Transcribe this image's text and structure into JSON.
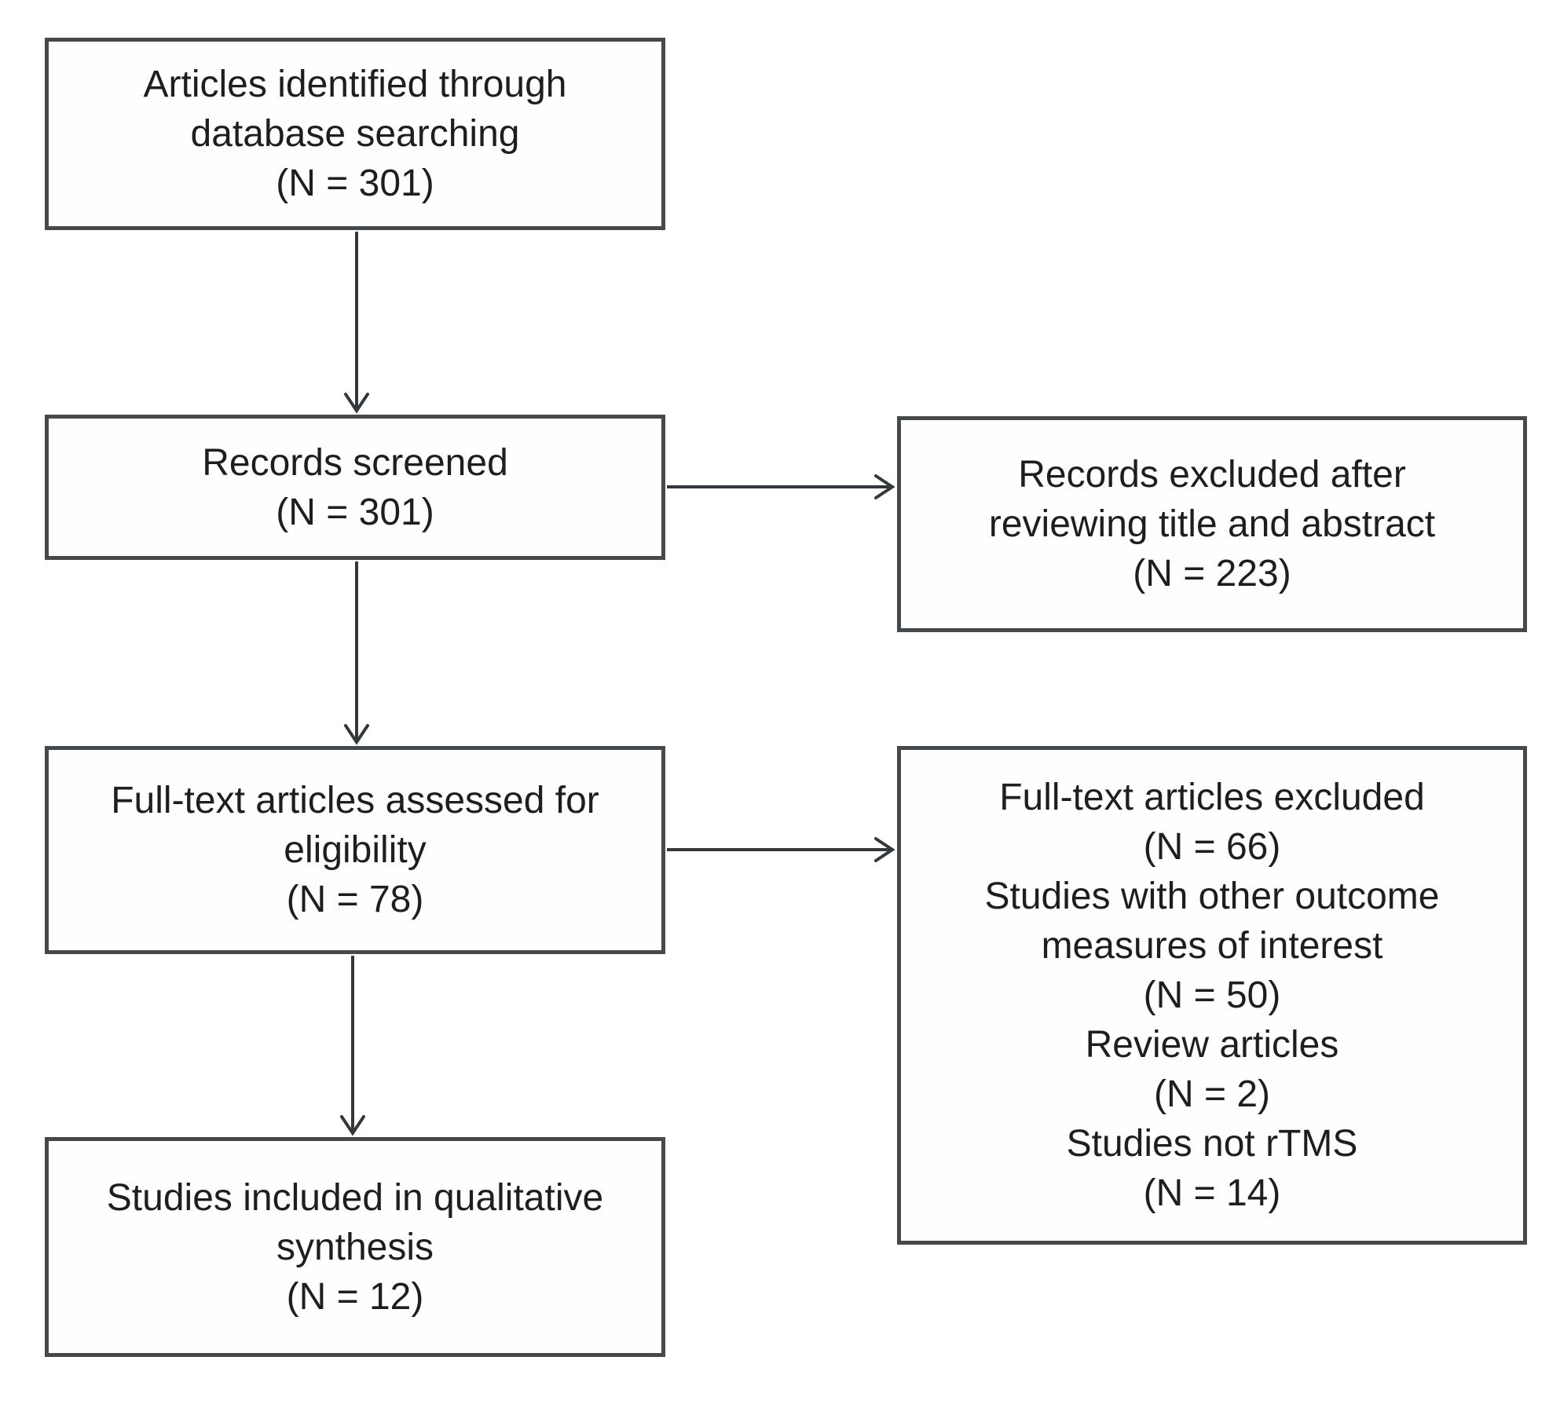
{
  "flowchart": {
    "kind": "study-selection-flow-diagram",
    "colors": {
      "box_border": "#46494b",
      "arrow": "#35383a",
      "text": "#1e1e1e",
      "background": "#ffffff"
    },
    "boxes": [
      {
        "id": "articles-identified",
        "lines": [
          "Articles identified through",
          "database searching",
          "(N = 301)"
        ]
      },
      {
        "id": "records-screened",
        "lines": [
          "Records screened",
          "(N = 301)"
        ]
      },
      {
        "id": "records-excluded",
        "lines": [
          "Records excluded after",
          "reviewing title and abstract",
          "(N = 223)"
        ]
      },
      {
        "id": "fulltext-assessed",
        "lines": [
          "Full-text articles assessed for",
          "eligibility",
          "(N = 78)"
        ]
      },
      {
        "id": "fulltext-excluded",
        "lines": [
          "Full-text articles excluded",
          "(N = 66)",
          "Studies with other outcome",
          "measures of interest",
          "(N = 50)",
          "Review articles",
          "(N = 2)",
          "Studies not rTMS",
          "(N = 14)"
        ]
      },
      {
        "id": "studies-included",
        "lines": [
          "Studies included in qualitative",
          "synthesis",
          "(N = 12)"
        ]
      }
    ],
    "edges": [
      {
        "from": "articles-identified",
        "to": "records-screened"
      },
      {
        "from": "records-screened",
        "to": "records-excluded"
      },
      {
        "from": "records-screened",
        "to": "fulltext-assessed"
      },
      {
        "from": "fulltext-assessed",
        "to": "fulltext-excluded"
      },
      {
        "from": "fulltext-assessed",
        "to": "studies-included"
      }
    ]
  }
}
